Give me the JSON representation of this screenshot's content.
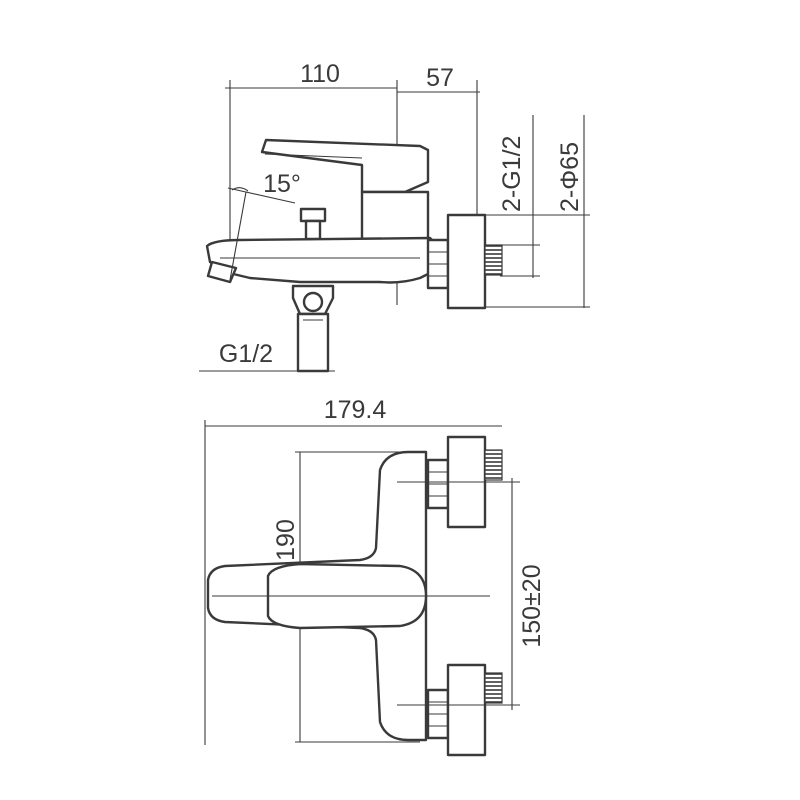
{
  "dimensions": {
    "top_width": "110",
    "top_offset": "57",
    "inlet_thread": "2-G1/2",
    "flange_diameter": "2-Φ65",
    "handle_angle": "15°",
    "outlet_thread": "G1/2",
    "total_width": "179.4",
    "body_height": "190",
    "inlet_spacing": "150±20"
  }
}
